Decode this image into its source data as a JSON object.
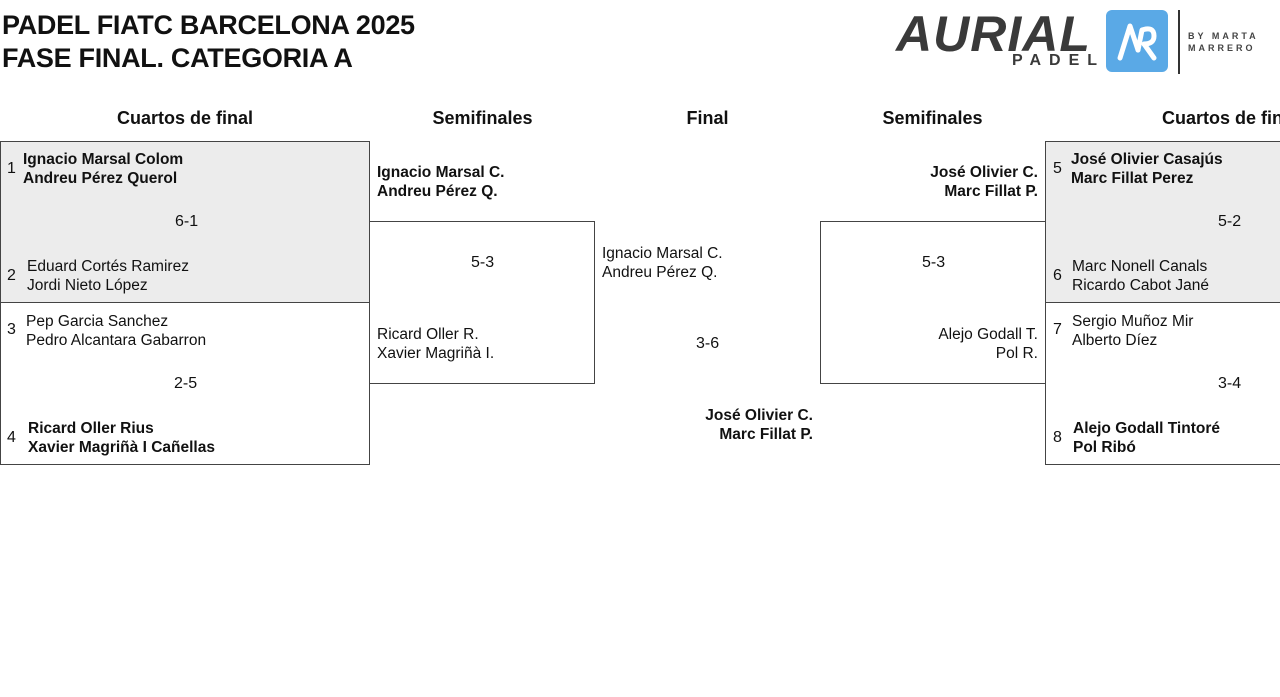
{
  "title": {
    "line1": "PADEL FIATC BARCELONA 2025",
    "line2": "FASE FINAL. CATEGORIA A"
  },
  "logo": {
    "word": "AURIAL",
    "sub": "PADEL",
    "by_line1": "BY MARTA",
    "by_line2": "MARRERO",
    "badge_color": "#5aa9e6"
  },
  "rounds": {
    "qf_left": "Cuartos de final",
    "sf_left": "Semifinales",
    "final": "Final",
    "sf_right": "Semifinales",
    "qf_right": "Cuartos de final"
  },
  "qf_left": [
    {
      "seed1": "1",
      "p1a": "Ignacio Marsal Colom",
      "p1b": "Andreu Pérez Querol",
      "score": "6-1",
      "seed2": "2",
      "p2a": "Eduard Cortés Ramirez",
      "p2b": "Jordi Nieto López"
    },
    {
      "seed1": "3",
      "p1a": "Pep Garcia Sanchez",
      "p1b": "Pedro Alcantara Gabarron",
      "score": "2-5",
      "seed2": "4",
      "p2a": "Ricard Oller Rius",
      "p2b": "Xavier Magriñà I Cañellas"
    }
  ],
  "sf_left": {
    "t1a": "Ignacio Marsal C.",
    "t1b": "Andreu Pérez Q.",
    "score": "5-3",
    "t2a": "Ricard Oller R.",
    "t2b": "Xavier Magriñà I."
  },
  "final": {
    "t1a": "Ignacio Marsal C.",
    "t1b": "Andreu Pérez Q.",
    "score": "3-6",
    "t2a": "José Olivier C.",
    "t2b": "Marc Fillat P."
  },
  "sf_right": {
    "t1a": "José Olivier C.",
    "t1b": "Marc Fillat P.",
    "score": "5-3",
    "t2a": "Alejo Godall T.",
    "t2b": "Pol R."
  },
  "qf_right": [
    {
      "seed1": "5",
      "p1a": "José Olivier Casajús",
      "p1b": "Marc Fillat Perez",
      "score": "5-2",
      "seed2": "6",
      "p2a": "Marc Nonell Canals",
      "p2b": "Ricardo Cabot Jané"
    },
    {
      "seed1": "7",
      "p1a": "Sergio Muñoz Mir",
      "p1b": "Alberto Díez",
      "score": "3-4",
      "seed2": "8",
      "p2a": "Alejo Godall Tintoré",
      "p2b": "Pol Ribó"
    }
  ]
}
